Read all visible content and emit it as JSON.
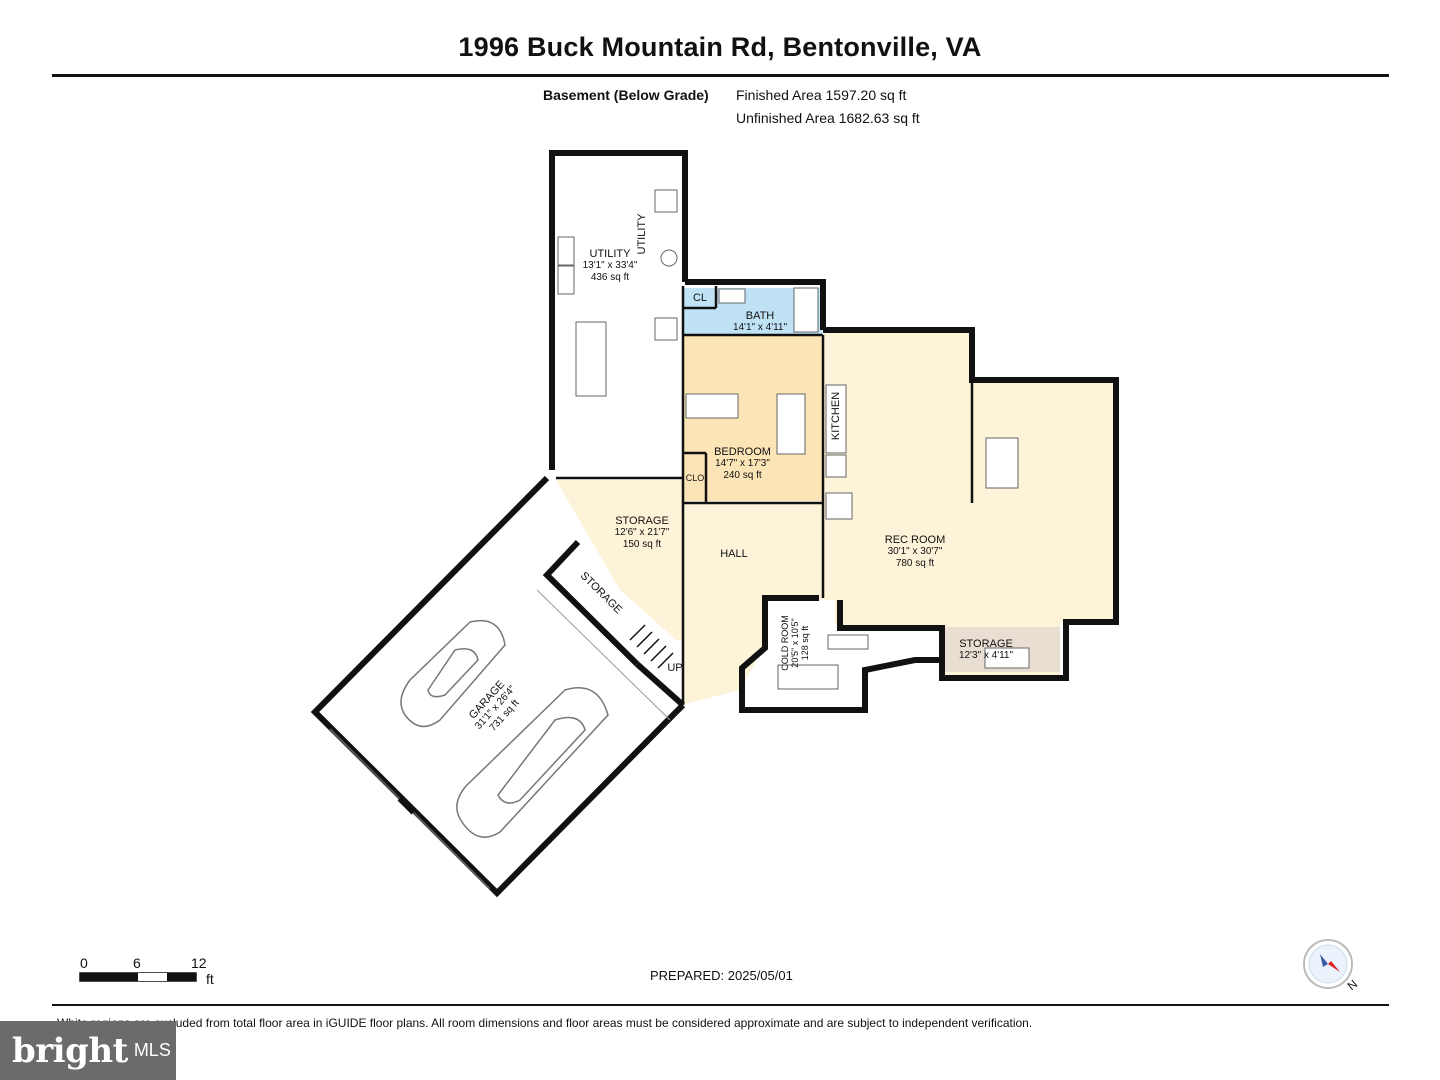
{
  "header": {
    "title": "1996 Buck Mountain Rd, Bentonville, VA",
    "level_label": "Basement (Below Grade)",
    "finished_area": "Finished Area 1597.20 sq ft",
    "unfinished_area": "Unfinished Area 1682.63 sq ft"
  },
  "rooms": {
    "utility": {
      "name": "UTILITY",
      "dims": "13'1\" x 33'4\"",
      "area": "436 sq ft",
      "wall_label": "UTILITY"
    },
    "bath": {
      "name": "BATH",
      "dims": "14'1\" x 4'11\"",
      "closet": "CL"
    },
    "bedroom": {
      "name": "BEDROOM",
      "dims": "14'7\" x 17'3\"",
      "area": "240 sq ft",
      "closet": "CLO"
    },
    "kitchen": {
      "name": "KITCHEN"
    },
    "storage_main": {
      "name": "STORAGE",
      "dims": "12'6\" x 21'7\"",
      "area": "150 sq ft"
    },
    "storage_garage": {
      "name": "STORAGE"
    },
    "hall": {
      "name": "HALL",
      "stair": "UP"
    },
    "rec_room": {
      "name": "REC ROOM",
      "dims": "30'1\" x 30'7\"",
      "area": "780 sq ft"
    },
    "storage_small": {
      "name": "STORAGE",
      "dims": "12'3\" x 4'11\""
    },
    "cold_room": {
      "name": "COLD ROOM",
      "dims": "20'5\" x 10'5\"",
      "area": "128 sq ft"
    },
    "garage": {
      "name": "GARAGE",
      "dims": "31'1\" x 26'4\"",
      "area": "731 sq ft"
    }
  },
  "colors": {
    "bath": "#bfe3f5",
    "bedroom": "#fbe5b6",
    "hall": "#fdf3d8",
    "storage_small": "#e8dfd2",
    "walls": "#111111"
  },
  "footer": {
    "scale": {
      "ticks": [
        "0",
        "6",
        "12"
      ],
      "unit": "ft"
    },
    "prepared": "PREPARED: 2025/05/01",
    "compass_label": "N",
    "disclaimer": "White regions are excluded from total floor area in iGUIDE floor plans. All room dimensions and floor areas must be considered approximate and are subject to independent verification.",
    "logo_main": "bright",
    "logo_suffix": "MLS"
  }
}
